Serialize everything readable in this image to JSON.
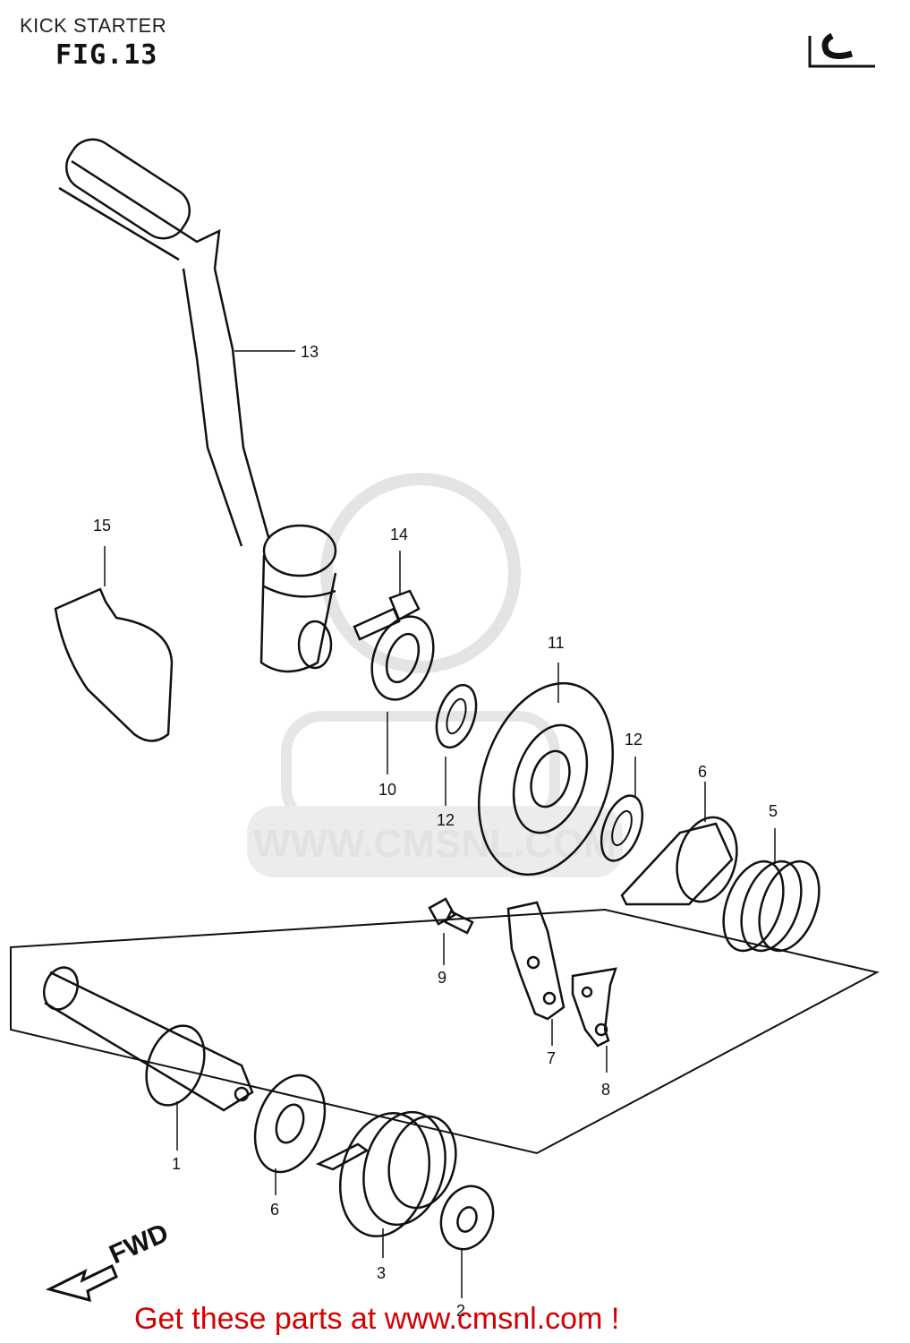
{
  "header": {
    "title": "KICK STARTER",
    "figure": "FIG.13"
  },
  "diagram": {
    "direction_label": "FWD",
    "part_labels": [
      "13",
      "15",
      "14",
      "11",
      "10",
      "12",
      "12",
      "6",
      "5",
      "9",
      "7",
      "8",
      "1",
      "6",
      "3",
      "2"
    ]
  },
  "watermark": {
    "text": "WWW.CMSNL.COM"
  },
  "footer": {
    "cta": "Get these parts at www.cmsnl.com !"
  },
  "colors": {
    "cta": "#d40000",
    "line": "#111111",
    "watermark": "#e2e2e2"
  }
}
